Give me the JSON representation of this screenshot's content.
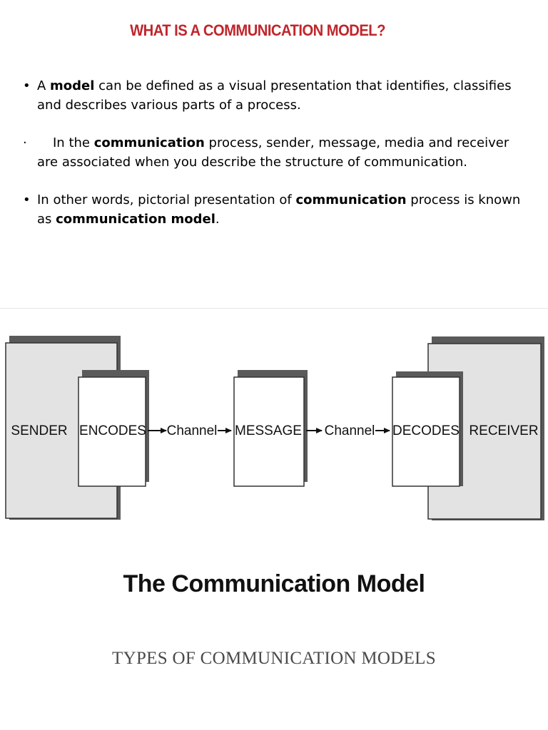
{
  "slide": {
    "title": "WHAT IS A COMMUNICATION MODEL?",
    "bullets": [
      {
        "marker": "•",
        "parts": [
          {
            "text": "A ",
            "bold": false
          },
          {
            "text": "model",
            "bold": true
          },
          {
            "text": " can be defined as a visual presentation that identifies, classifies and describes various parts of a process.",
            "bold": false
          }
        ]
      },
      {
        "marker": "·",
        "parts": [
          {
            "text": "In the ",
            "bold": false
          },
          {
            "text": "communication",
            "bold": true
          },
          {
            "text": " process, sender, message, media and receiver are  associated when you describe the structure of communication.",
            "bold": false
          }
        ]
      },
      {
        "marker": "•",
        "parts": [
          {
            "text": "In other words, pictorial presentation of ",
            "bold": false
          },
          {
            "text": "communication",
            "bold": true
          },
          {
            "text": " process is known as ",
            "bold": false
          },
          {
            "text": "communication model",
            "bold": true
          },
          {
            "text": ".",
            "bold": false
          }
        ]
      }
    ],
    "footer": "TYPES OF COMMUNICATION  MODELS"
  },
  "diagram": {
    "sender": "SENDER",
    "encodes": "ENCODES",
    "channel_left": "Channel",
    "message": "MESSAGE",
    "channel_right": "Channel",
    "decodes": "DECODES",
    "receiver": "RECEIVER",
    "caption": "The Communication Model"
  },
  "colors": {
    "title": "#c0262c",
    "outer_box_fill": "#e3e3e3",
    "box_shadow": "#5a5a5a",
    "footer_text": "#4a4a4a"
  }
}
